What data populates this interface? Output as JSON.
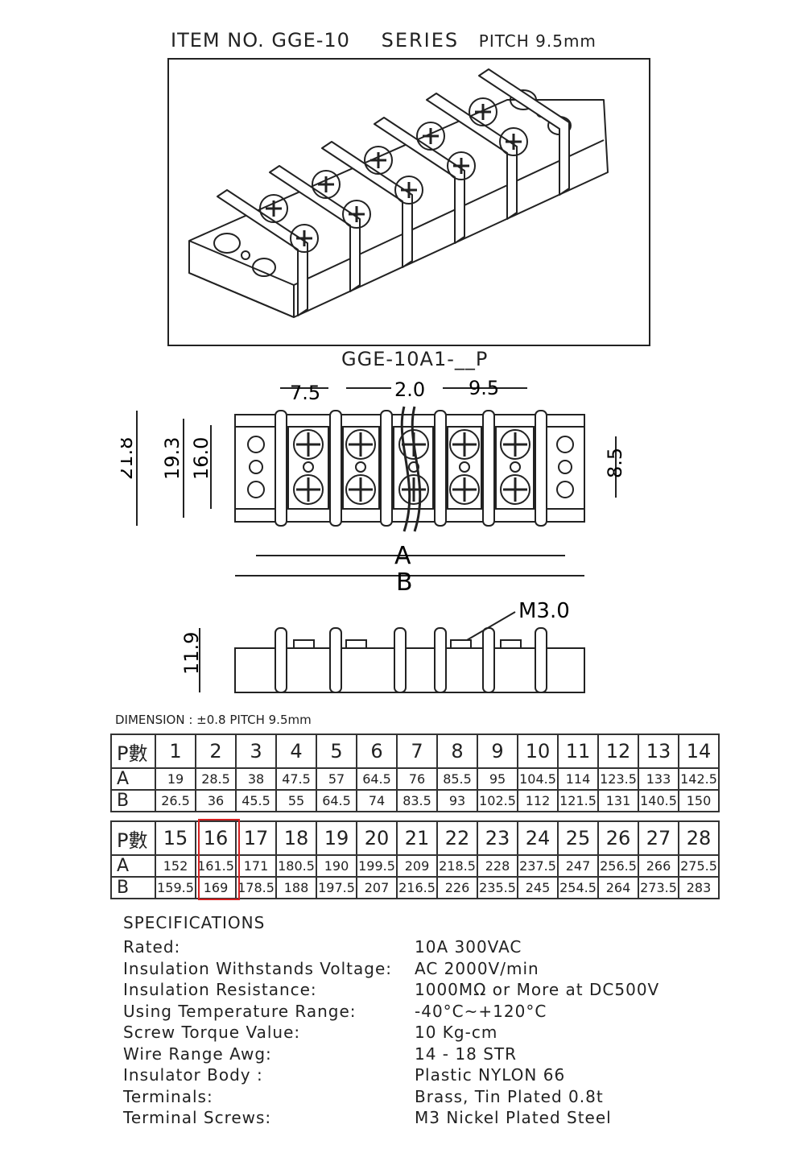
{
  "title": {
    "item": "ITEM NO. GGE-10",
    "series": "SERIES",
    "pitch": "PITCH 9.5mm"
  },
  "model": "GGE-10A1-__P",
  "drawing_labels": {
    "d_7_5": "7.5",
    "d_2_0": "2.0",
    "d_9_5": "9.5",
    "d_21_8": "21.8",
    "d_19_3": "19.3",
    "d_16_0": "16.0",
    "d_8_5": "8.5",
    "d_a": "A",
    "d_b": "B",
    "d_m3": "M3.0",
    "d_11_9": "11.9"
  },
  "dimension_note": "DIMENSION : ±0.8  PITCH 9.5mm",
  "table": {
    "row_p": "P數",
    "row_a": "A",
    "row_b": "B",
    "block1": {
      "p": [
        "1",
        "2",
        "3",
        "4",
        "5",
        "6",
        "7",
        "8",
        "9",
        "10",
        "11",
        "12",
        "13",
        "14"
      ],
      "a": [
        "19",
        "28.5",
        "38",
        "47.5",
        "57",
        "64.5",
        "76",
        "85.5",
        "95",
        "104.5",
        "114",
        "123.5",
        "133",
        "142.5"
      ],
      "b": [
        "26.5",
        "36",
        "45.5",
        "55",
        "64.5",
        "74",
        "83.5",
        "93",
        "102.5",
        "112",
        "121.5",
        "131",
        "140.5",
        "150"
      ]
    },
    "block2": {
      "p": [
        "15",
        "16",
        "17",
        "18",
        "19",
        "20",
        "21",
        "22",
        "23",
        "24",
        "25",
        "26",
        "27",
        "28"
      ],
      "a": [
        "152",
        "161.5",
        "171",
        "180.5",
        "190",
        "199.5",
        "209",
        "218.5",
        "228",
        "237.5",
        "247",
        "256.5",
        "266",
        "275.5"
      ],
      "b": [
        "159.5",
        "169",
        "178.5",
        "188",
        "197.5",
        "207",
        "216.5",
        "226",
        "235.5",
        "245",
        "254.5",
        "264",
        "273.5",
        "283"
      ]
    },
    "highlight_color": "#d42020"
  },
  "specs": {
    "heading": "SPECIFICATIONS",
    "items": [
      {
        "label": "Rated:",
        "value": "10A 300VAC"
      },
      {
        "label": "Insulation Withstands Voltage:",
        "value": "AC 2000V/min"
      },
      {
        "label": "Insulation Resistance:",
        "value": "1000MΩ or More at DC500V"
      },
      {
        "label": "Using Temperature Range:",
        "value": "-40°C~+120°C"
      },
      {
        "label": "Screw Torque Value:",
        "value": "10 Kg-cm"
      },
      {
        "label": "Wire Range Awg:",
        "value": "14 - 18 STR"
      },
      {
        "label": "Insulator Body :",
        "value": "Plastic NYLON 66"
      },
      {
        "label": "Terminals:",
        "value": "Brass, Tin Plated 0.8t"
      },
      {
        "label": "Terminal Screws:",
        "value": "M3 Nickel Plated Steel"
      }
    ]
  }
}
